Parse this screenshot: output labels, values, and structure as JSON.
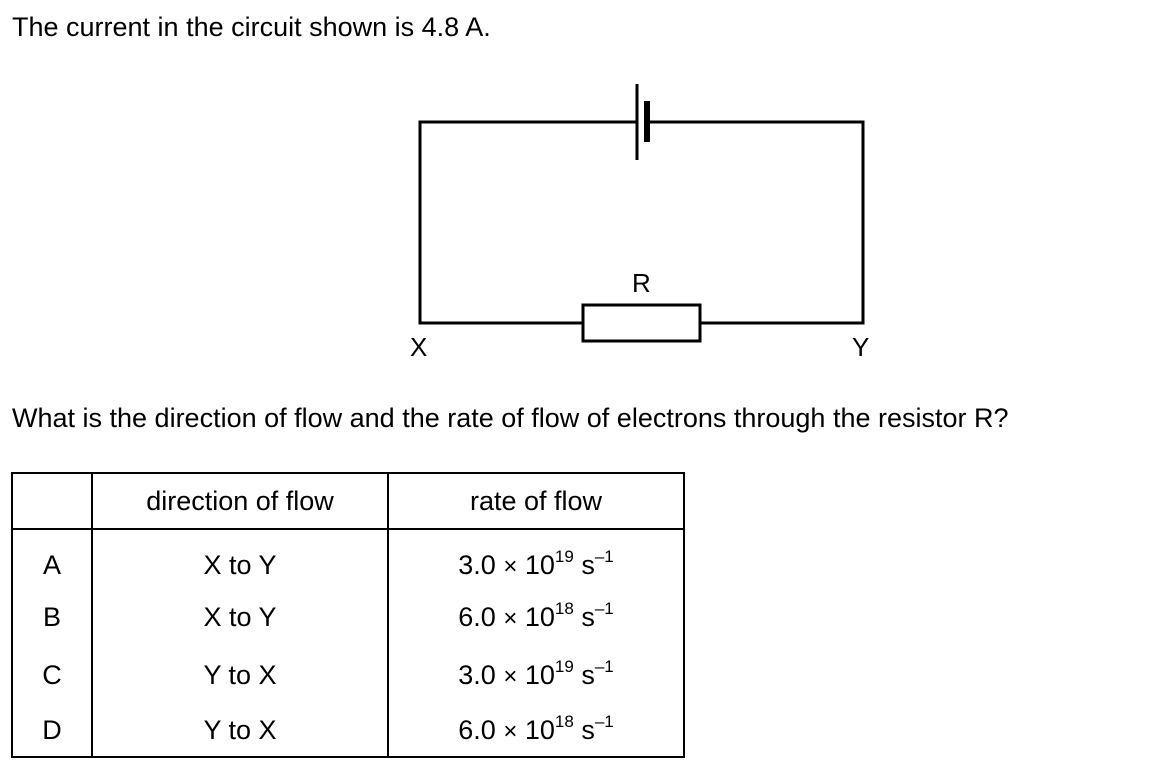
{
  "intro": "The current in the circuit shown is 4.8 A.",
  "circuit": {
    "resistor_label": "R",
    "left_terminal_label": "X",
    "right_terminal_label": "Y"
  },
  "question": "What is the direction of flow and the rate of flow of electrons through the resistor R?",
  "table": {
    "headers": {
      "letter": "",
      "direction": "direction of flow",
      "rate": "rate of flow"
    },
    "rows": [
      {
        "letter": "A",
        "direction": "X to Y",
        "rate_mantissa": "3.0",
        "times": "×",
        "rate_base": "10",
        "rate_exp": "19",
        "unit": "s",
        "unit_exp": "–1"
      },
      {
        "letter": "B",
        "direction": "X to Y",
        "rate_mantissa": "6.0",
        "times": "×",
        "rate_base": "10",
        "rate_exp": "18",
        "unit": "s",
        "unit_exp": "–1"
      },
      {
        "letter": "C",
        "direction": "Y to X",
        "rate_mantissa": "3.0",
        "times": "×",
        "rate_base": "10",
        "rate_exp": "19",
        "unit": "s",
        "unit_exp": "–1"
      },
      {
        "letter": "D",
        "direction": "Y to X",
        "rate_mantissa": "6.0",
        "times": "×",
        "rate_base": "10",
        "rate_exp": "18",
        "unit": "s",
        "unit_exp": "–1"
      }
    ]
  }
}
